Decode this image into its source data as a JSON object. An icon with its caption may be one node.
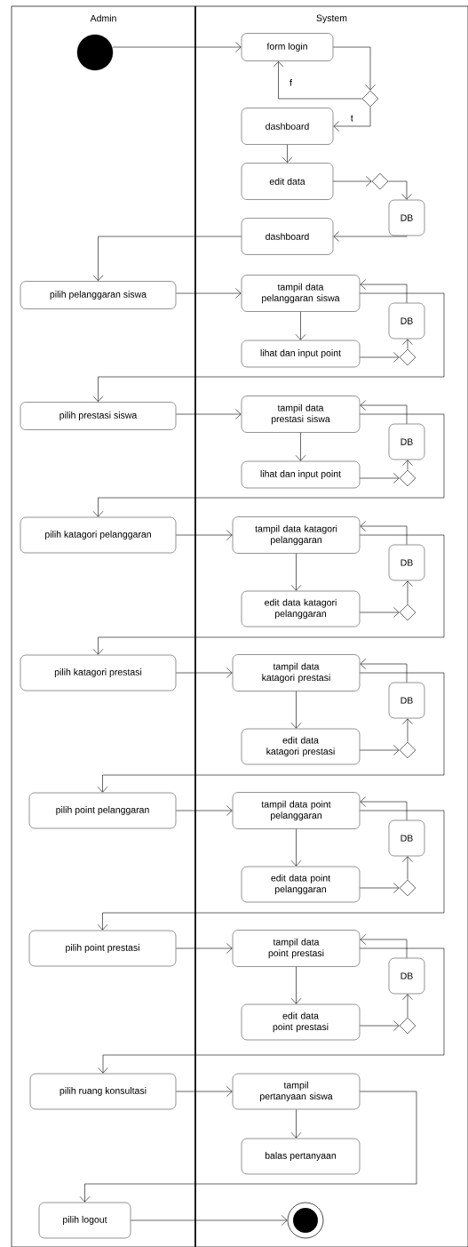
{
  "diagram": {
    "nodes": [
      {
        "text": [
          "Admin"
        ]
      },
      {
        "text": [
          "System"
        ]
      },
      {
        "text": [],
        "shape": "circle",
        "in": 0
      },
      {
        "text": [
          "form login"
        ],
        "in": 1
      },
      {
        "text": [],
        "shape": "diamond",
        "in": 1
      },
      {
        "text": [
          "dashboard"
        ],
        "in": 1
      },
      {
        "text": [
          "edit data"
        ],
        "in": 1
      },
      {
        "text": [],
        "shape": "diamond",
        "in": 1
      },
      {
        "text": [
          "DB"
        ],
        "in": 1
      },
      {
        "text": [
          "dashboard"
        ],
        "in": 1
      },
      {
        "text": [
          "pilih pelanggaran siswa"
        ],
        "in": 0
      },
      {
        "text": [
          "tampil data pelanggaran siswa"
        ],
        "in": 1
      },
      {
        "text": [
          "DB"
        ],
        "in": 1
      },
      {
        "text": [
          "lihat dan input point"
        ],
        "in": 1
      },
      {
        "text": [],
        "shape": "diamond",
        "in": 1
      },
      {
        "text": [
          "pilih prestasi siswa"
        ],
        "in": 0
      },
      {
        "text": [
          "tampil data prestasi siswa"
        ],
        "in": 1
      },
      {
        "text": [
          "DB"
        ],
        "in": 1
      },
      {
        "text": [
          "lihat dan input point"
        ],
        "in": 1
      },
      {
        "text": [],
        "shape": "diamond",
        "in": 1
      },
      {
        "text": [
          "pilih katagori pelanggaran"
        ],
        "in": 0
      },
      {
        "text": [
          "tampil data katagori pelanggaran"
        ],
        "in": 1
      },
      {
        "text": [
          "DB"
        ],
        "in": 1
      },
      {
        "text": [
          "edit data katagori pelanggaran"
        ],
        "in": 1
      },
      {
        "text": [],
        "shape": "diamond",
        "in": 1
      },
      {
        "text": [
          "pilih katagori prestasi"
        ],
        "in": 0
      },
      {
        "text": [
          "tampil data katagori prestasi"
        ],
        "in": 1
      },
      {
        "text": [
          "DB"
        ],
        "in": 1
      },
      {
        "text": [
          "edit data katagori prestasi"
        ],
        "in": 1
      },
      {
        "text": [],
        "shape": "diamond",
        "in": 1
      },
      {
        "text": [
          "pilih point pelanggaran"
        ],
        "in": 0
      },
      {
        "text": [
          "tampil data point pelanggaran"
        ],
        "in": 1
      },
      {
        "text": [
          "DB"
        ],
        "in": 1
      },
      {
        "text": [
          "edit data point pelanggaran"
        ],
        "in": 1
      },
      {
        "text": [],
        "shape": "diamond",
        "in": 1
      },
      {
        "text": [
          "pilih point prestasi"
        ],
        "in": 0
      },
      {
        "text": [
          "tampil data point prestasi"
        ],
        "in": 1
      },
      {
        "text": [
          "DB"
        ],
        "in": 1
      },
      {
        "text": [
          "edit data point prestasi"
        ],
        "in": 1
      },
      {
        "text": [],
        "shape": "diamond",
        "in": 1
      },
      {
        "text": [
          "pilih ruang konsultasi"
        ],
        "in": 0
      },
      {
        "text": [
          "tampil pertanyaan siswa"
        ],
        "in": 1
      },
      {
        "text": [
          "balas pertanyaan"
        ],
        "in": 1
      },
      {
        "text": [
          "pilih logout"
        ],
        "in": 0
      },
      {
        "text": [],
        "shape": "circle",
        "in": 1
      }
    ],
    "edges": [
      {
        "from": 2,
        "to": 3,
        "arrow": "to"
      },
      {
        "from": 3,
        "to": 4,
        "arrow": "to"
      },
      {
        "from": 4,
        "to": 3,
        "arrow": "to",
        "label": "f"
      },
      {
        "from": 4,
        "to": 5,
        "arrow": "to",
        "label": "t"
      },
      {
        "from": 5,
        "to": 6,
        "arrow": "to"
      },
      {
        "from": 6,
        "to": 7,
        "arrow": "to"
      },
      {
        "from": 7,
        "to": 8,
        "arrow": "to"
      },
      {
        "from": 8,
        "to": 9,
        "arrow": "to"
      },
      {
        "from": 9,
        "to": 10,
        "arrow": "to"
      },
      {
        "from": 10,
        "to": 11,
        "arrow": "to"
      },
      {
        "from": 11,
        "to": 13,
        "arrow": "to"
      },
      {
        "from": 13,
        "to": 14,
        "arrow": "to"
      },
      {
        "from": 14,
        "to": 12,
        "arrow": "to"
      },
      {
        "from": 12,
        "to": 11,
        "arrow": "to"
      },
      {
        "from": 11,
        "to": 15,
        "arrow": "to"
      },
      {
        "from": 15,
        "to": 16,
        "arrow": "to"
      },
      {
        "from": 16,
        "to": 18,
        "arrow": "to"
      },
      {
        "from": 18,
        "to": 19,
        "arrow": "to"
      },
      {
        "from": 19,
        "to": 17,
        "arrow": "to"
      },
      {
        "from": 17,
        "to": 16,
        "arrow": "to"
      },
      {
        "from": 16,
        "to": 20,
        "arrow": "to"
      },
      {
        "from": 20,
        "to": 21,
        "arrow": "to"
      },
      {
        "from": 21,
        "to": 23,
        "arrow": "to"
      },
      {
        "from": 23,
        "to": 24,
        "arrow": "to"
      },
      {
        "from": 24,
        "to": 22,
        "arrow": "to"
      },
      {
        "from": 22,
        "to": 21,
        "arrow": "to"
      },
      {
        "from": 21,
        "to": 25,
        "arrow": "to"
      },
      {
        "from": 25,
        "to": 26,
        "arrow": "to"
      },
      {
        "from": 26,
        "to": 28,
        "arrow": "to"
      },
      {
        "from": 28,
        "to": 29,
        "arrow": "to"
      },
      {
        "from": 29,
        "to": 27,
        "arrow": "to"
      },
      {
        "from": 27,
        "to": 26,
        "arrow": "to"
      },
      {
        "from": 26,
        "to": 30,
        "arrow": "to"
      },
      {
        "from": 30,
        "to": 31,
        "arrow": "to"
      },
      {
        "from": 31,
        "to": 33,
        "arrow": "to"
      },
      {
        "from": 33,
        "to": 34,
        "arrow": "to"
      },
      {
        "from": 34,
        "to": 32,
        "arrow": "to"
      },
      {
        "from": 32,
        "to": 31,
        "arrow": "to"
      },
      {
        "from": 31,
        "to": 35,
        "arrow": "to"
      },
      {
        "from": 35,
        "to": 36,
        "arrow": "to"
      },
      {
        "from": 36,
        "to": 38,
        "arrow": "to"
      },
      {
        "from": 38,
        "to": 39,
        "arrow": "to"
      },
      {
        "from": 39,
        "to": 37,
        "arrow": "to"
      },
      {
        "from": 37,
        "to": 36,
        "arrow": "to"
      },
      {
        "from": 36,
        "to": 40,
        "arrow": "to"
      },
      {
        "from": 40,
        "to": 41,
        "arrow": "to"
      },
      {
        "from": 41,
        "to": 42,
        "arrow": "to"
      },
      {
        "from": 41,
        "to": 43,
        "arrow": "to"
      },
      {
        "from": 43,
        "to": 44,
        "arrow": "to"
      }
    ]
  }
}
